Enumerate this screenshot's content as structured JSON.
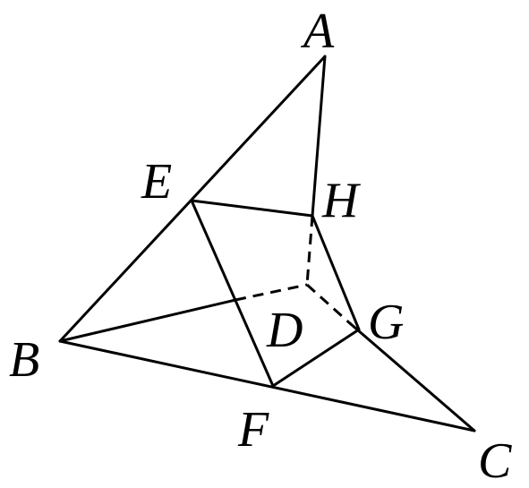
{
  "diagram": {
    "points": {
      "A": "A",
      "B": "B",
      "C": "C",
      "D": "D",
      "E": "E",
      "F": "F",
      "G": "G",
      "H": "H"
    },
    "edges": [
      {
        "from": "A",
        "to": "B",
        "style": "solid"
      },
      {
        "from": "A",
        "to": "D",
        "style": "solid"
      },
      {
        "from": "B",
        "to": "C",
        "style": "solid"
      },
      {
        "from": "B",
        "to": "D",
        "style": "mixed"
      },
      {
        "from": "D",
        "to": "C",
        "style": "mixed"
      },
      {
        "from": "E",
        "to": "H",
        "style": "solid"
      },
      {
        "from": "E",
        "to": "F",
        "style": "solid"
      },
      {
        "from": "F",
        "to": "G",
        "style": "solid"
      },
      {
        "from": "G",
        "to": "H",
        "style": "solid"
      }
    ],
    "colors": {
      "stroke": "#000000",
      "background": "#ffffff"
    }
  }
}
